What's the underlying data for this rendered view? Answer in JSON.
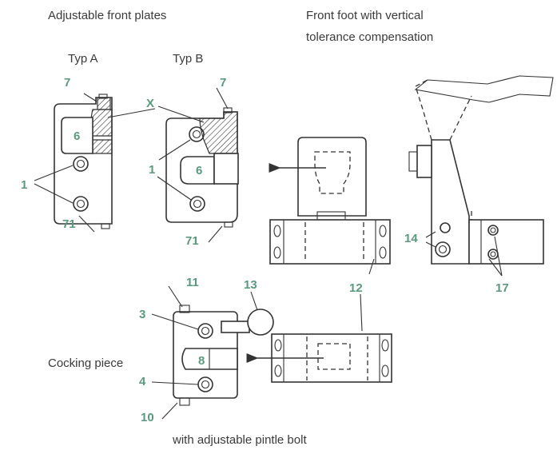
{
  "captions": {
    "adjustable_front_plates": "Adjustable front plates",
    "typ_a": "Typ A",
    "typ_b": "Typ B",
    "front_foot_line1": "Front foot with vertical",
    "front_foot_line2": "tolerance compensation",
    "cocking_piece": "Cocking piece",
    "pintle_bolt": "with adjustable pintle bolt"
  },
  "callouts": {
    "a_7": "7",
    "a_x": "X",
    "a_6": "6",
    "a_1": "1",
    "a_71": "71",
    "b_7": "7",
    "b_1": "1",
    "b_6": "6",
    "b_71": "71",
    "f_14": "14",
    "f_17": "17",
    "f_12": "12",
    "c_11": "11",
    "c_13": "13",
    "c_3": "3",
    "c_8": "8",
    "c_4": "4",
    "c_10": "10"
  },
  "colors": {
    "callout": "#5a9a7c",
    "line": "#333333",
    "caption": "#3a3a3a"
  }
}
